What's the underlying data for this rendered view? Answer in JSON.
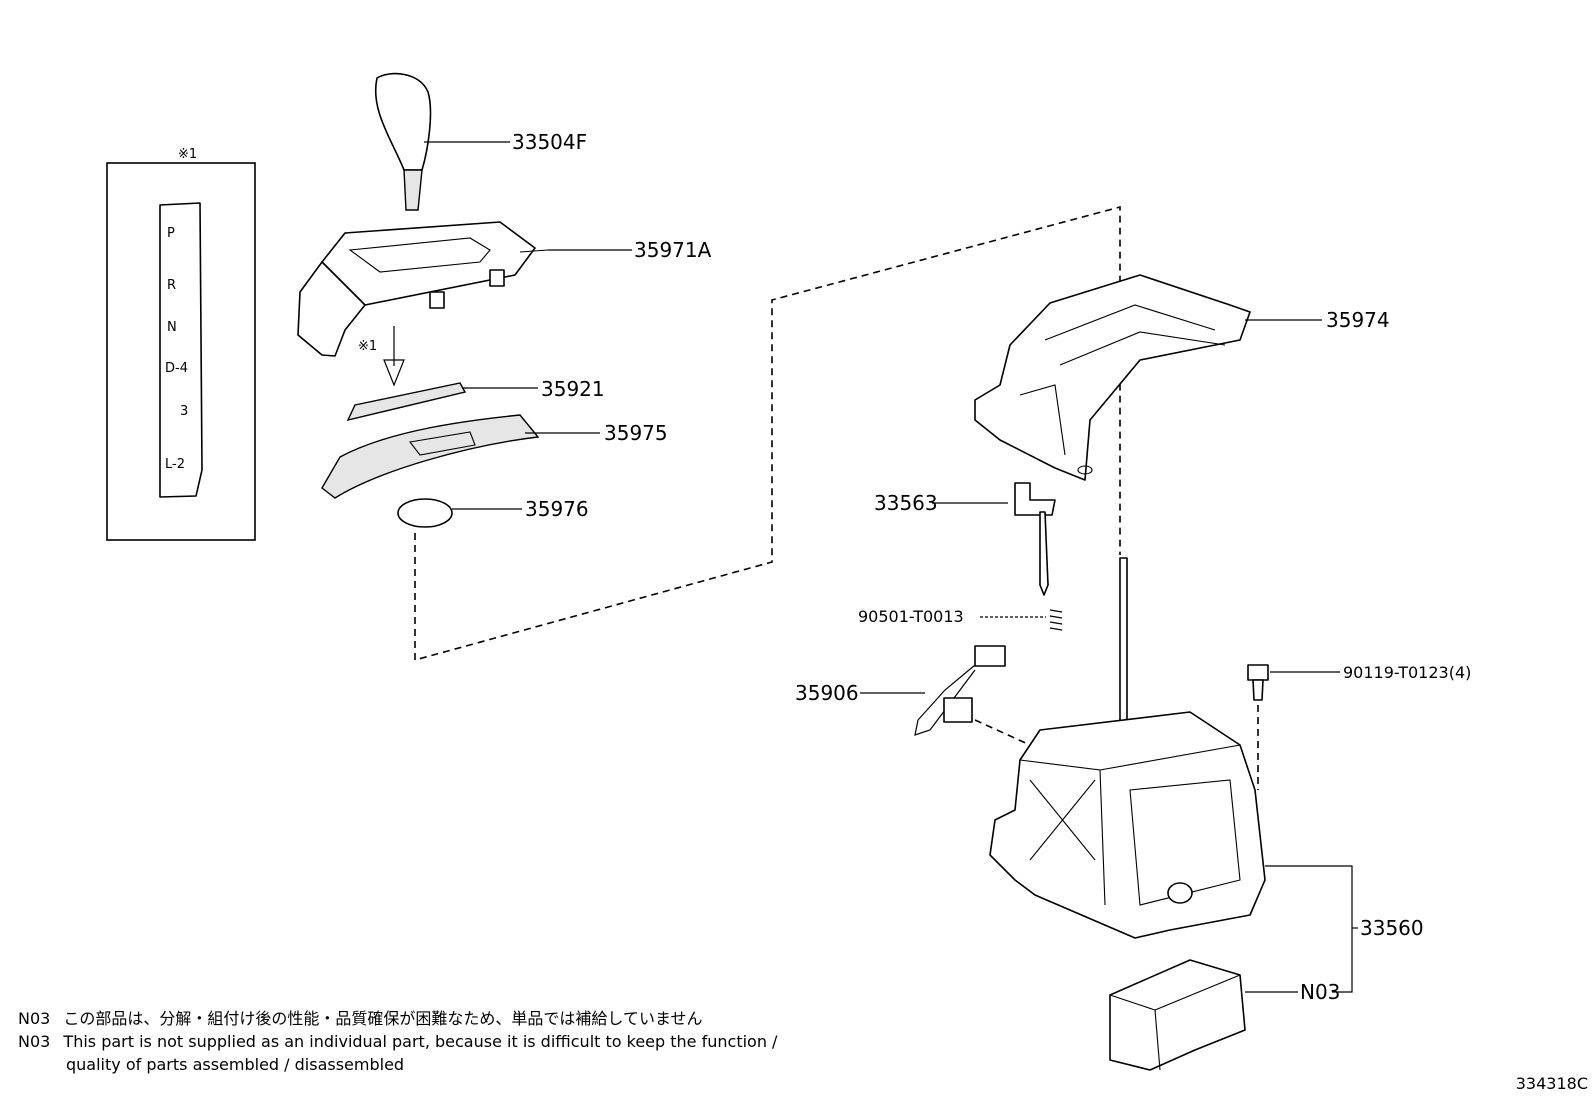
{
  "detail_box": {
    "mark": "※1",
    "positions": [
      "P",
      "R",
      "N",
      "D-4",
      "3",
      "L-2"
    ]
  },
  "arrow_mark": "※1",
  "labels": {
    "knob": "33504F",
    "indicator_housing": "35971A",
    "position_plate": "35921",
    "slide_cover": "35975",
    "cap": "35976",
    "upper_housing": "35974",
    "lock_pin": "33563",
    "spring": "90501-T0013",
    "harness": "35906",
    "bolt": "90119-T0123(4)",
    "shift_lever_assy": "33560",
    "base": "N03"
  },
  "notes": {
    "line1_code": "N03",
    "line1_text": "この部品は、分解・組付け後の性能・品質確保が困難なため、単品では補給していません",
    "line2_code": "N03",
    "line2_text": "This part is not supplied as an individual part, because it is difficult to keep the function /",
    "line3_text": "quality of parts  assembled / disassembled"
  },
  "figure_id": "334318C"
}
